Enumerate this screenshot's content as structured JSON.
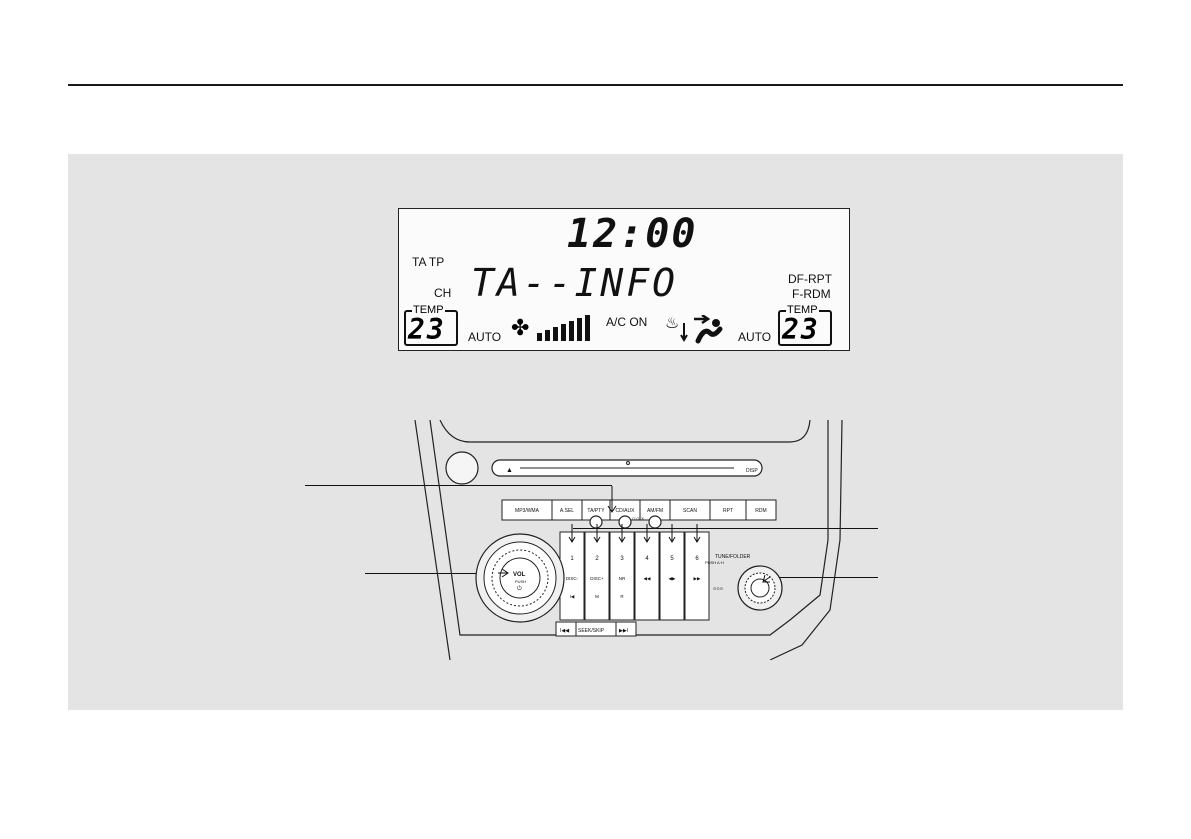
{
  "lcd": {
    "clock": "12:00",
    "ta_tp": "TA TP",
    "ch": "CH",
    "message": "TA--INFO",
    "df_rpt": "DF-RPT",
    "f_rdm": "F-RDM",
    "temp_label": "TEMP",
    "temp_left": "23",
    "temp_right": "23",
    "auto_left": "AUTO",
    "auto_right": "AUTO",
    "ac_on": "A/C ON",
    "fan_icon": "fan-icon",
    "fan_level_bars": 7
  },
  "unit": {
    "top_buttons": [
      "MP3/WMA",
      "A.SEL",
      "TA/PTY",
      "CD/AUX",
      "AM/FM",
      "SCAN",
      "RPT",
      "RDM"
    ],
    "clock_label": "CLOCK",
    "disc_slot_label": "DISP",
    "presets": [
      {
        "num": "1",
        "sub": "DISC-",
        "sub2": "I◀"
      },
      {
        "num": "2",
        "sub": "DISC+",
        "sub2": "M"
      },
      {
        "num": "3",
        "sub": "NR",
        "sub2": "R"
      },
      {
        "num": "4",
        "sub": "◀◀",
        "sub2": ""
      },
      {
        "num": "5",
        "sub": "◀▶",
        "sub2": ""
      },
      {
        "num": "6",
        "sub": "▶▶",
        "sub2": ""
      }
    ],
    "vol_label": "VOL",
    "push_label": "PUSH",
    "tune_label": "TUNE/FOLDER",
    "tune_push_label": "PUSH A·H",
    "seek_label": "SEEK/SKIP",
    "seek_left": "I◀◀",
    "seek_right": "▶▶I"
  }
}
